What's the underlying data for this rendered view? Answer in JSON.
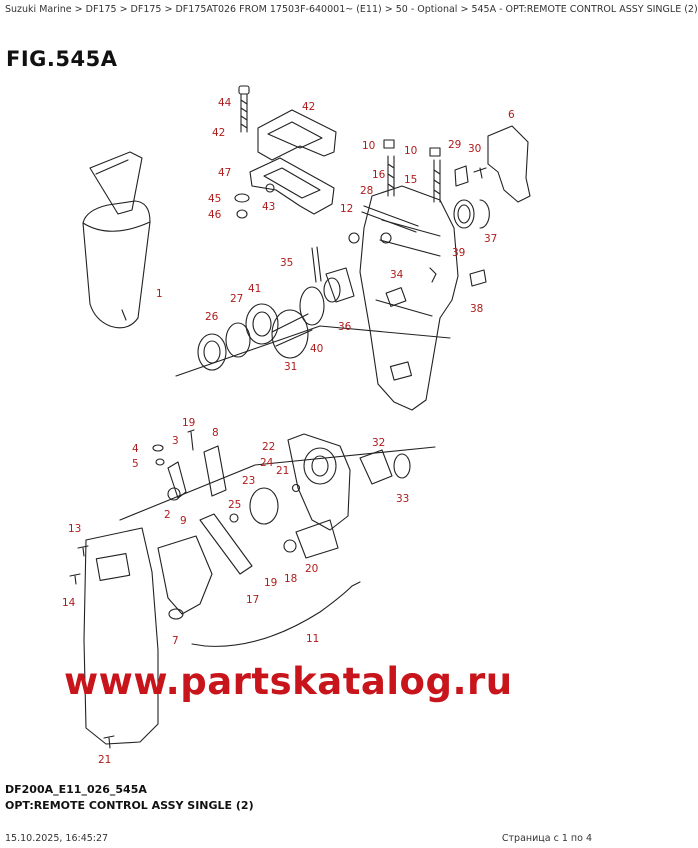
{
  "breadcrumb": "Suzuki Marine > DF175 > DF175 > DF175AT026 FROM 17503F-640001~ (E11) > 50 - Optional > 545A - OPT:REMOTE CONTROL ASSY SINGLE (2)",
  "figure": {
    "title": "FIG.545A",
    "code": "DF200A_E11_026_545A",
    "description": "OPT:REMOTE CONTROL ASSY SINGLE (2)"
  },
  "callouts": [
    "44",
    "42",
    "42",
    "47",
    "45",
    "46",
    "43",
    "10",
    "16",
    "10",
    "15",
    "29",
    "30",
    "6",
    "28",
    "12",
    "39",
    "37",
    "35",
    "1",
    "41",
    "27",
    "26",
    "34",
    "38",
    "36",
    "40",
    "31",
    "19",
    "3",
    "8",
    "4",
    "5",
    "9",
    "22",
    "21",
    "24",
    "32",
    "23",
    "25",
    "33",
    "2",
    "13",
    "14",
    "20",
    "19",
    "18",
    "17",
    "7",
    "11",
    "21"
  ],
  "watermark": "www.partskatalog.ru",
  "footer": {
    "timestamp": "15.10.2025, 16:45:27",
    "page": "Страница с 1 по 4"
  },
  "colors": {
    "callout": "#b01c1c",
    "watermark": "#c8141b",
    "line": "#222222"
  }
}
